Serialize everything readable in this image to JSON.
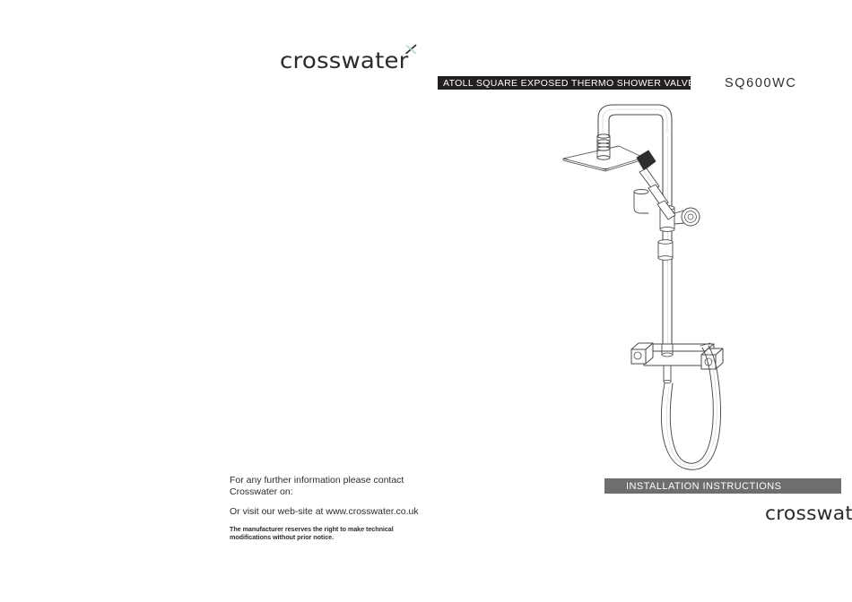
{
  "document": {
    "brand": "crosswater",
    "brand_mark": "x-cross-mark"
  },
  "header": {
    "product_title": "ATOLL SQUARE EXPOSED THERMO SHOWER VALVE",
    "product_code": "SQ600WC",
    "title_bar_color": "#231f20",
    "title_text_color": "#ffffff"
  },
  "footer": {
    "banner_label": "INSTALLATION INSTRUCTIONS",
    "banner_color": "#6e6e6e",
    "banner_text_color": "#ffffff",
    "contact_line_1": "For any further information please contact",
    "contact_line_2": "Crosswater on:",
    "website_line": "Or visit our web-site at www.crosswater.co.uk",
    "disclaimer_line_1": "The manufacturer reserves the right to make technical",
    "disclaimer_line_2": "modifications without prior notice."
  },
  "illustration": {
    "name": "exposed-thermostatic-shower-valve-line-drawing",
    "parts": [
      "square-rain-shower-head",
      "gooseneck-shower-arm",
      "vertical-riser-rail",
      "wall-flange",
      "handset-holder-bracket",
      "shower-handset",
      "thermostatic-valve-body",
      "temperature-control-handle",
      "flow-control-handle",
      "flexible-hose"
    ],
    "line_color": "#4a4a4a"
  }
}
